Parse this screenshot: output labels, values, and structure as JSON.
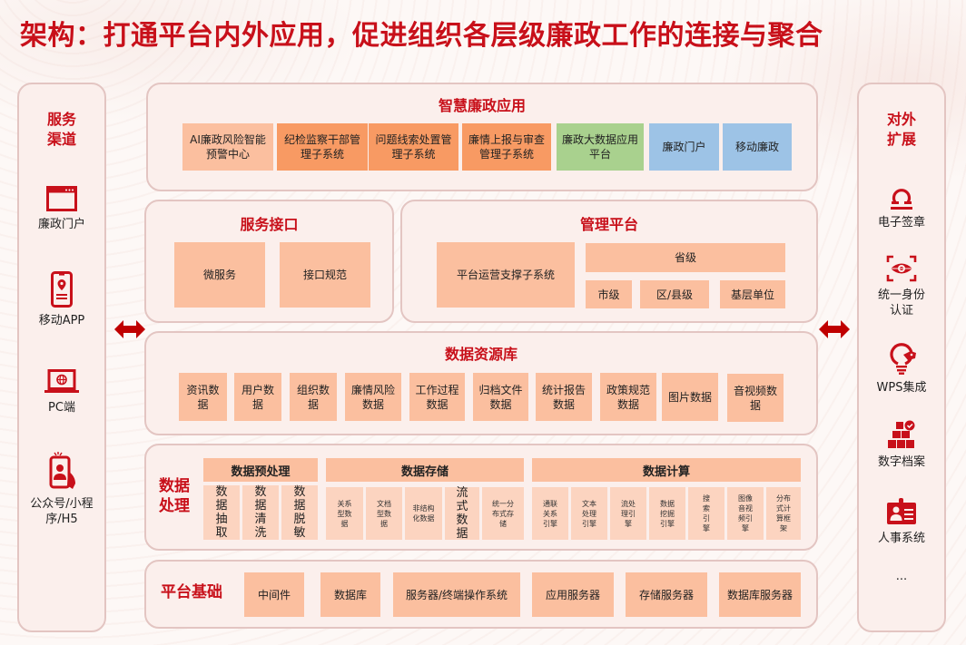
{
  "title": "架构：打通平台内外应用，促进组织各层级廉政工作的连接与聚合",
  "colors": {
    "accent": "#c8101a",
    "panel_bg": "#fbefec",
    "panel_border": "#e3c5c2",
    "box_light_orange": "#fbbf9f",
    "box_orange": "#f89a63",
    "box_green": "#a9d18e",
    "box_blue": "#9dc3e6"
  },
  "left_sidebar": {
    "title": "服务渠道",
    "items": [
      {
        "icon": "browser-window-icon",
        "label": "廉政门户"
      },
      {
        "icon": "mobile-location-icon",
        "label": "移动APP"
      },
      {
        "icon": "laptop-globe-icon",
        "label": "PC端"
      },
      {
        "icon": "phone-in-hand-icon",
        "label": "公众号/小程序/H5"
      }
    ]
  },
  "right_sidebar": {
    "title": "对外扩展",
    "items": [
      {
        "icon": "seal-stamp-icon",
        "label": "电子签章"
      },
      {
        "icon": "eye-scan-icon",
        "label": "统一身份认证"
      },
      {
        "icon": "lightbulb-tag-icon",
        "label": "WPS集成"
      },
      {
        "icon": "archive-boxes-icon",
        "label": "数字档案"
      },
      {
        "icon": "id-badge-icon",
        "label": "人事系统"
      },
      {
        "icon": "ellipsis",
        "label": "..."
      }
    ]
  },
  "smart_apps": {
    "title": "智慧廉政应用",
    "items": [
      {
        "label": "AI廉政风险智能预警中心",
        "color": "light-orange"
      },
      {
        "label": "纪检监察干部管理子系统",
        "color": "orange"
      },
      {
        "label": "问题线索处置管理子系统",
        "color": "orange"
      },
      {
        "label": "廉情上报与审查管理子系统",
        "color": "orange"
      },
      {
        "label": "廉政大数据应用平台",
        "color": "green"
      },
      {
        "label": "廉政门户",
        "color": "blue"
      },
      {
        "label": "移动廉政",
        "color": "blue"
      }
    ]
  },
  "service_interface": {
    "title": "服务接口",
    "items": [
      "微服务",
      "接口规范"
    ]
  },
  "management_platform": {
    "title": "管理平台",
    "main": "平台运营支撑子系统",
    "province": "省级",
    "levels": [
      "市级",
      "区/县级",
      "基层单位"
    ]
  },
  "data_resources": {
    "title": "数据资源库",
    "items": [
      "资讯数据",
      "用户数据",
      "组织数据",
      "廉情风险数据",
      "工作过程数据",
      "归档文件数据",
      "统计报告数据",
      "政策规范数据",
      "图片数据",
      "音视频数据"
    ]
  },
  "data_processing": {
    "title": "数据处理",
    "preprocess": {
      "title": "数据预处理",
      "items": [
        "数据抽取",
        "数据清洗",
        "数据脱敏"
      ]
    },
    "storage": {
      "title": "数据存储",
      "items": [
        "关系型数据",
        "文档型数据",
        "非结构化数据",
        "流式数据",
        "统一分布式存储"
      ]
    },
    "compute": {
      "title": "数据计算",
      "items": [
        "通联关系引擎",
        "文本处理引擎",
        "流处理引擎",
        "数据挖掘引擎",
        "搜索引擎",
        "图像音视频引擎",
        "分布式计算框架"
      ]
    }
  },
  "platform_base": {
    "title": "平台基础",
    "items": [
      "中间件",
      "数据库",
      "服务器/终端操作系统",
      "应用服务器",
      "存储服务器",
      "数据库服务器"
    ]
  }
}
